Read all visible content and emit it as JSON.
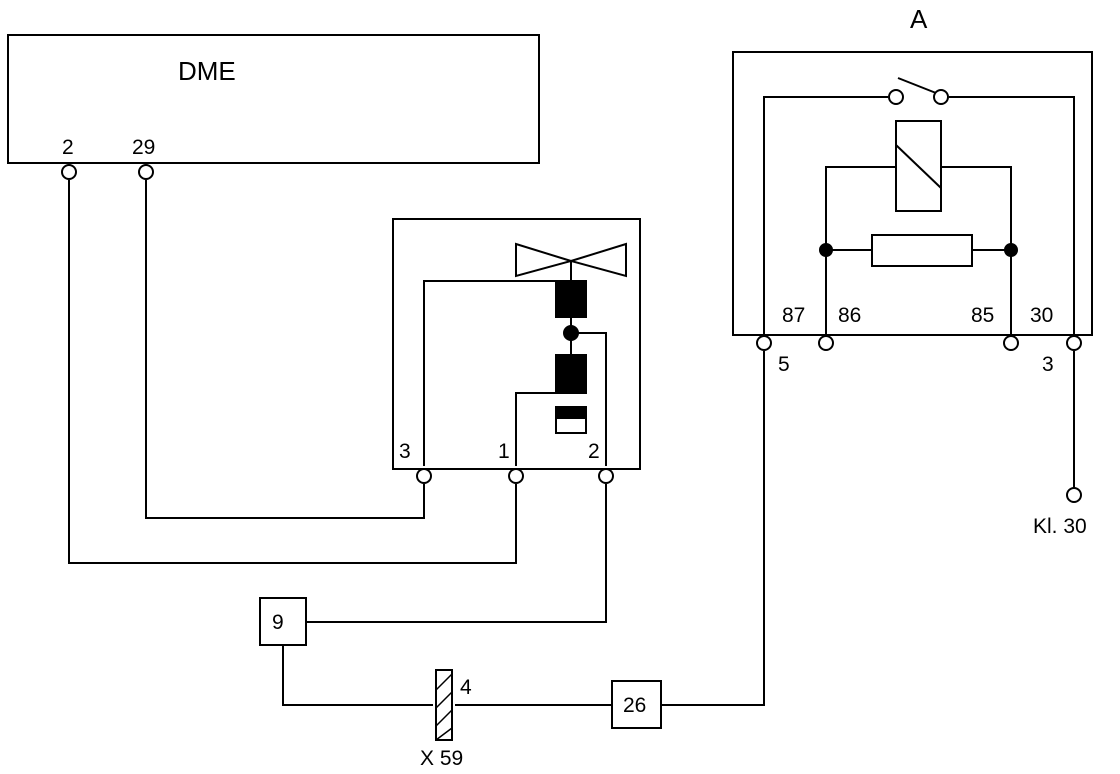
{
  "diagram": {
    "relay_label": "A",
    "dme": {
      "title": "DME",
      "pin_a": "2",
      "pin_b": "29"
    },
    "valve": {
      "pin_3": "3",
      "pin_1": "1",
      "pin_2": "2"
    },
    "relay": {
      "pin_87": "87",
      "pin_86": "86",
      "pin_85": "85",
      "pin_30": "30",
      "terminal_5": "5",
      "terminal_3": "3"
    },
    "supply_label": "Kl. 30",
    "components": {
      "box_9": "9",
      "box_26": "26"
    },
    "connector": {
      "pin": "4",
      "label": "X 59"
    }
  }
}
